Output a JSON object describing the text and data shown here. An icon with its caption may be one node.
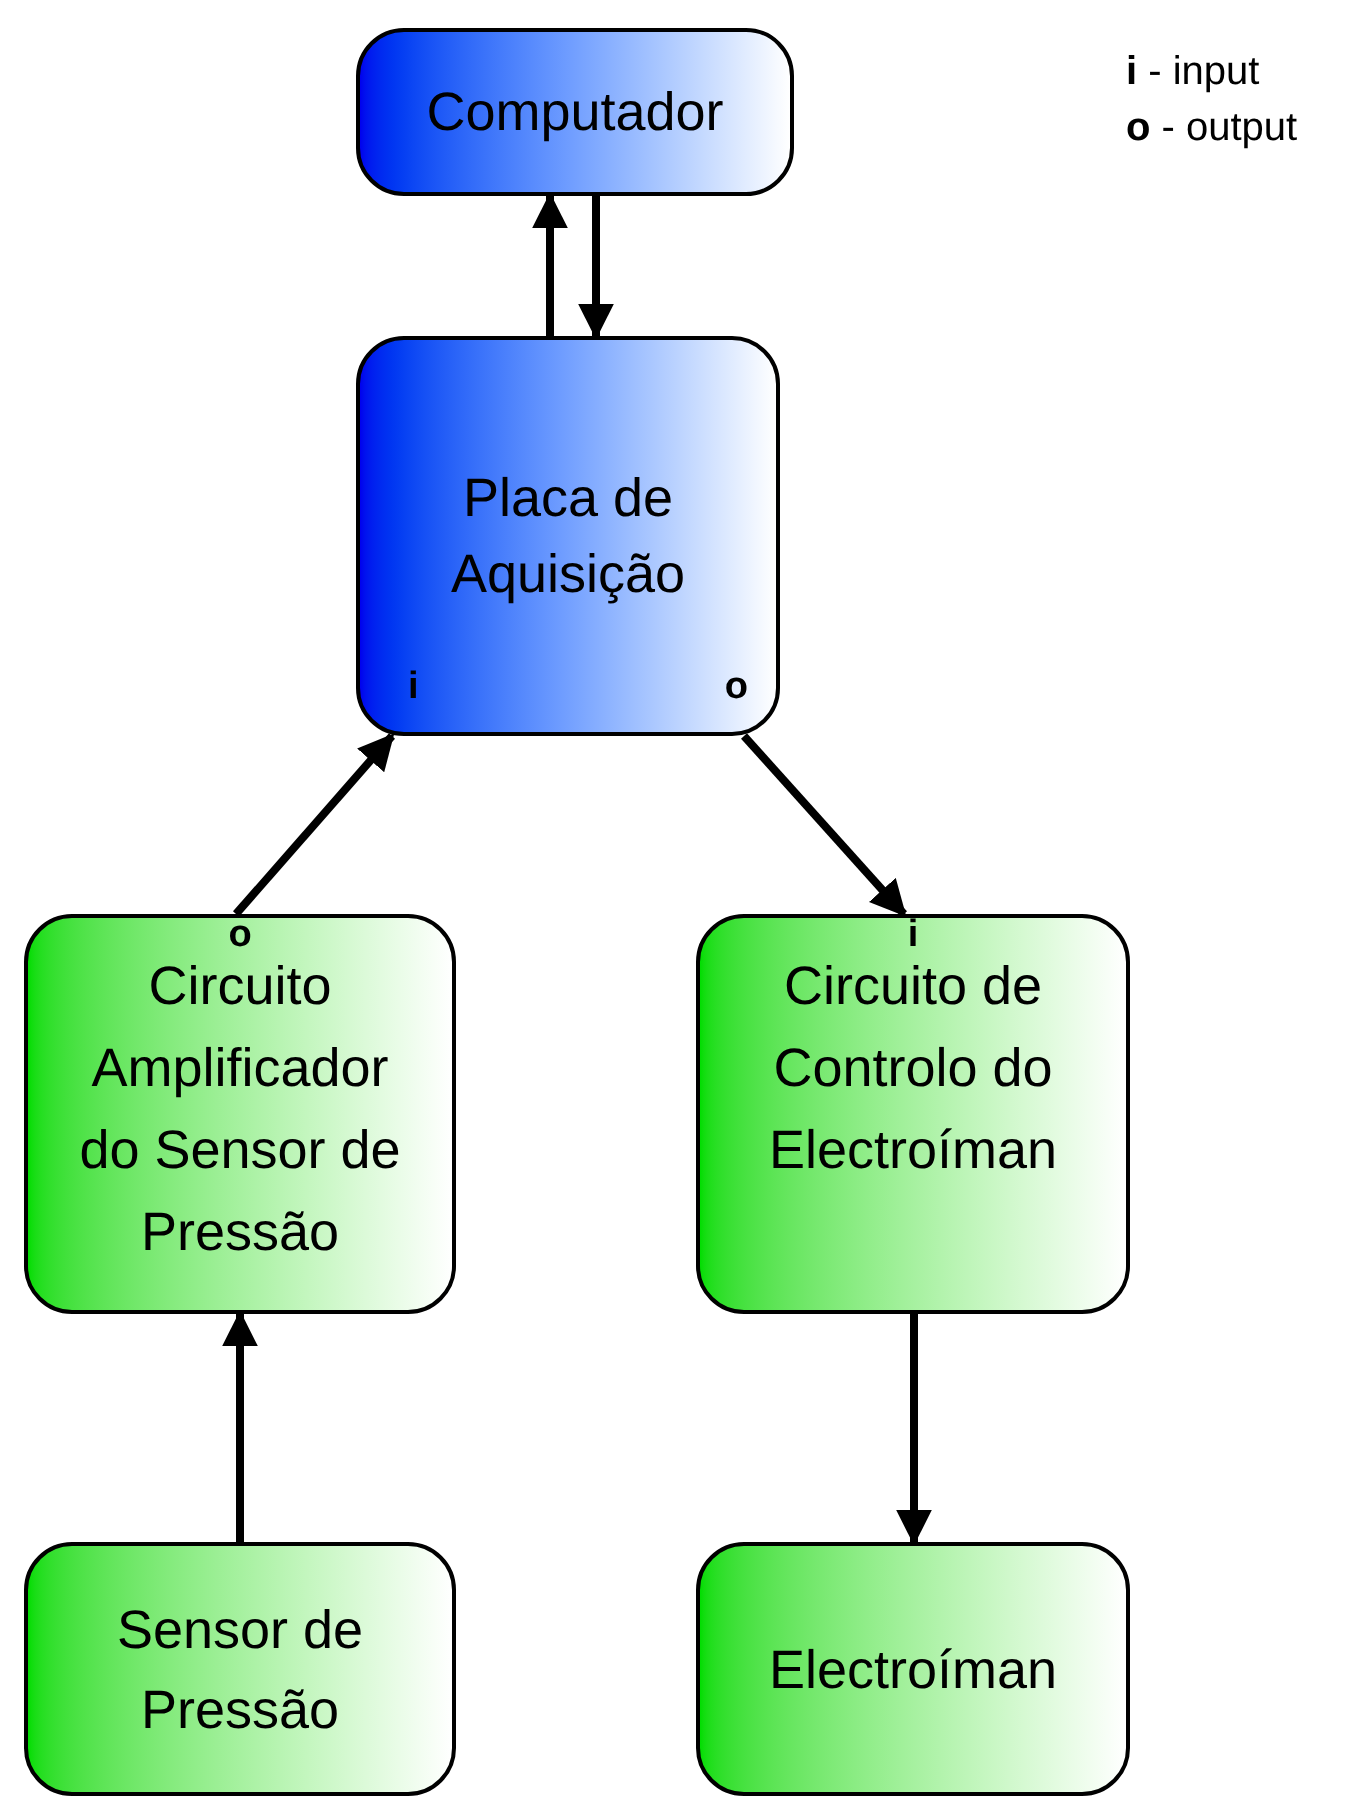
{
  "diagram": {
    "nodes": [
      {
        "text": [
          "Computador"
        ]
      },
      {
        "text": [
          "Placa de Aquisição",
          "i",
          "o"
        ]
      },
      {
        "text": [
          "o",
          "Circuito Amplificador do Sensor de Pressão"
        ]
      },
      {
        "text": [
          "i",
          "Circuito de Controlo do Electroíman"
        ]
      },
      {
        "text": [
          "Sensor de Pressão"
        ]
      },
      {
        "text": [
          "Electroíman"
        ]
      }
    ],
    "edges": [
      {
        "from": 1,
        "to": 0,
        "arrow": "to"
      },
      {
        "from": 0,
        "to": 1,
        "arrow": "to"
      },
      {
        "from": 2,
        "to": 1,
        "arrow": "to"
      },
      {
        "from": 1,
        "to": 3,
        "arrow": "to"
      },
      {
        "from": 4,
        "to": 2,
        "arrow": "to"
      },
      {
        "from": 3,
        "to": 5,
        "arrow": "to"
      }
    ],
    "labels": [
      "**i** - input",
      "**o** - output"
    ]
  }
}
